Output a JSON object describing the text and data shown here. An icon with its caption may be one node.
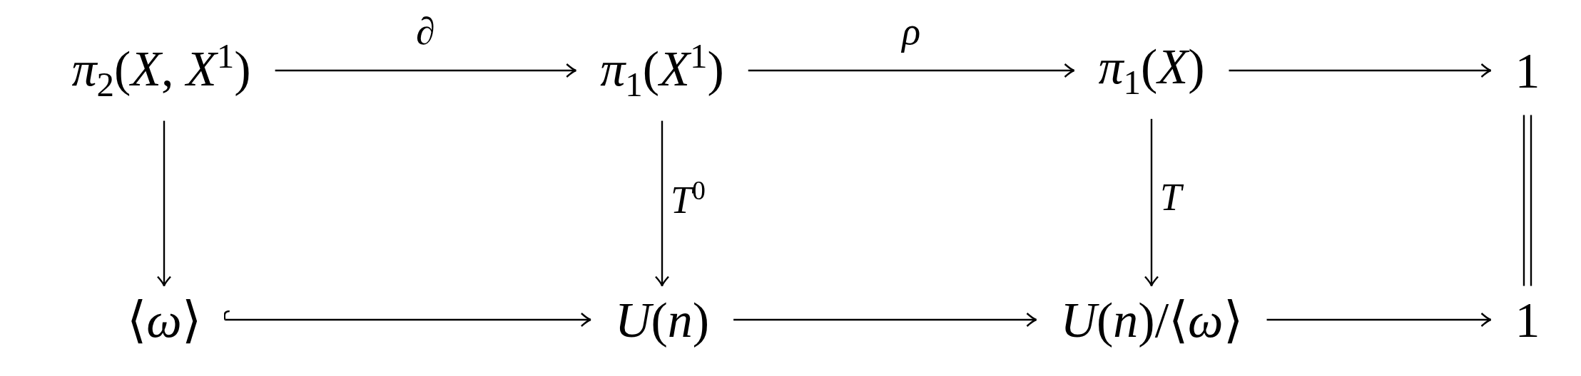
{
  "diagram": {
    "nodes": [
      {
        "text": [
          "*π*$_{2}$(*X*, *X*$^{1}$)"
        ]
      },
      {
        "text": [
          "*π*$_{1}$(*X*$^{1}$)"
        ]
      },
      {
        "text": [
          "*π*$_{1}$(*X*)"
        ]
      },
      {
        "text": [
          "1"
        ]
      },
      {
        "text": [
          "⟨*ω*⟩"
        ]
      },
      {
        "text": [
          "*U*(*n*)"
        ]
      },
      {
        "text": [
          "*U*(*n*)/⟨*ω*⟩"
        ]
      },
      {
        "text": [
          "1"
        ]
      }
    ],
    "edges": [
      {
        "from": 0,
        "to": 1,
        "arrow": "to",
        "label": "∂"
      },
      {
        "from": 1,
        "to": 2,
        "arrow": "to",
        "label": "*ρ*"
      },
      {
        "from": 2,
        "to": 3,
        "arrow": "to"
      },
      {
        "from": 0,
        "to": 4,
        "arrow": "to"
      },
      {
        "from": 1,
        "to": 5,
        "arrow": "to",
        "label": "*T*$^{0}$"
      },
      {
        "from": 2,
        "to": 6,
        "arrow": "to",
        "label": "*T*"
      },
      {
        "from": 3,
        "to": 7,
        "arrow": "none"
      },
      {
        "from": 4,
        "to": 5,
        "arrow": "to"
      },
      {
        "from": 5,
        "to": 6,
        "arrow": "to"
      },
      {
        "from": 6,
        "to": 7,
        "arrow": "to"
      }
    ]
  }
}
